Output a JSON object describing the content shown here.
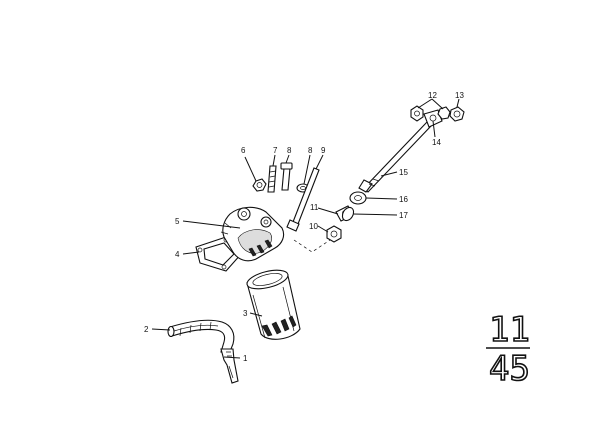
{
  "diagram": {
    "callouts": [
      "1",
      "2",
      "3",
      "4",
      "5",
      "6",
      "7",
      "8",
      "8",
      "9",
      "10",
      "11",
      "12",
      "13",
      "14",
      "15",
      "16",
      "17"
    ],
    "page_code": {
      "group": "11",
      "sheet": "45"
    }
  }
}
